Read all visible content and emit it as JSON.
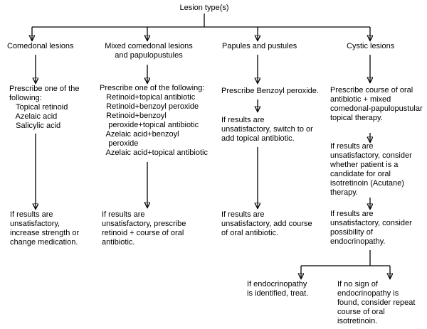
{
  "root": "Lesion type(s)",
  "columns": [
    {
      "header": "Comedonal lesions",
      "steps": [
        "Prescribe one of the\nfollowing:\n   Topical retinoid\n   Azelaic acid\n   Salicylic acid",
        "If results are\nunsatisfactory,\nincrease strength or\nchange medication."
      ]
    },
    {
      "header": "Mixed comedonal lesions\nand papulopustules",
      "steps": [
        "Prescribe one of the following:\n   Retinoid+topical antibiotic\n   Retinoid+benzoyl peroxide\n   Retinoid+benzoyl\n    peroxide+topical antibiotic\n   Azelaic acid+benzoyl\n    peroxide\n   Azelaic acid+topical antibiotic",
        "If results are\nunsatisfactory, prescribe\nretinoid + course of oral\nantibiotic."
      ]
    },
    {
      "header": "Papules and pustules",
      "steps": [
        "Prescribe Benzoyl peroxide.",
        "If results are\nunsatisfactory, switch to or\nadd topical antibiotic.",
        "If results are\nunsatisfactory, add course\nof oral antibiotic."
      ]
    },
    {
      "header": "Cystic lesions",
      "steps": [
        "Prescribe course of oral\nantibiotic + mixed\ncomedonal-papulopustular\ntopical therapy.",
        "If results are\nunsatisfactory, consider\nwhether patient is a\ncandidate for oral\nisotretinoin (Acutane)\ntherapy.",
        "If results are\nunsatisfactory, consider\npossibility of\nendocrinopathy."
      ]
    }
  ],
  "endocrinopathy_outcomes": {
    "identified": "If endocrinopathy\nis identified, treat.",
    "not_found": "If no sign of\nendocrinopathy is\nfound, consider repeat\ncourse of oral\nisotretinoin."
  },
  "colors": {
    "line": "#000000",
    "text": "#000000",
    "background": "#ffffff"
  }
}
